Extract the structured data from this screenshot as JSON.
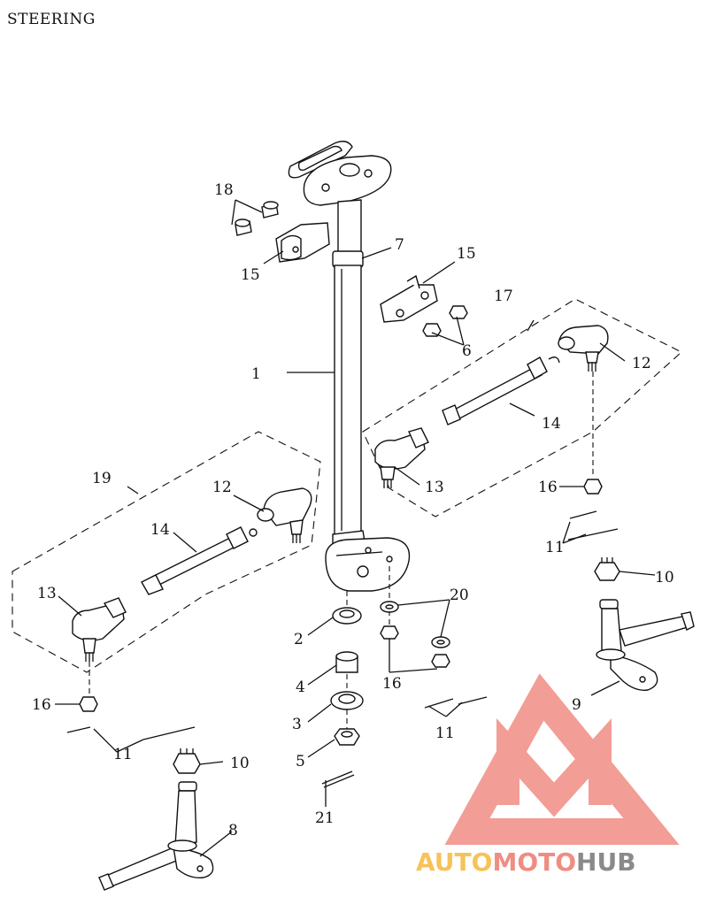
{
  "title": "STEERING",
  "callouts": [
    {
      "id": "c1",
      "label": "1"
    },
    {
      "id": "c2",
      "label": "2"
    },
    {
      "id": "c3",
      "label": "3"
    },
    {
      "id": "c4",
      "label": "4"
    },
    {
      "id": "c5",
      "label": "5"
    },
    {
      "id": "c6",
      "label": "6"
    },
    {
      "id": "c7",
      "label": "7"
    },
    {
      "id": "c8",
      "label": "8"
    },
    {
      "id": "c9",
      "label": "9"
    },
    {
      "id": "c10a",
      "label": "10"
    },
    {
      "id": "c10b",
      "label": "10"
    },
    {
      "id": "c11a",
      "label": "11"
    },
    {
      "id": "c11b",
      "label": "11"
    },
    {
      "id": "c11c",
      "label": "11"
    },
    {
      "id": "c12a",
      "label": "12"
    },
    {
      "id": "c12b",
      "label": "12"
    },
    {
      "id": "c13a",
      "label": "13"
    },
    {
      "id": "c13b",
      "label": "13"
    },
    {
      "id": "c14a",
      "label": "14"
    },
    {
      "id": "c14b",
      "label": "14"
    },
    {
      "id": "c15a",
      "label": "15"
    },
    {
      "id": "c15b",
      "label": "15"
    },
    {
      "id": "c16a",
      "label": "16"
    },
    {
      "id": "c16b",
      "label": "16"
    },
    {
      "id": "c16c",
      "label": "16"
    },
    {
      "id": "c17",
      "label": "17"
    },
    {
      "id": "c18",
      "label": "18"
    },
    {
      "id": "c19",
      "label": "19"
    },
    {
      "id": "c20",
      "label": "20"
    },
    {
      "id": "c21",
      "label": "21"
    }
  ],
  "watermark": {
    "text_part1": "AUTO",
    "text_part2": "MOTO",
    "text_part3": "HUB",
    "color_part1": "#f6c25a",
    "color_part2": "#f08d83",
    "color_part3": "#8a8a8a",
    "logo_color": "#f08d83"
  }
}
